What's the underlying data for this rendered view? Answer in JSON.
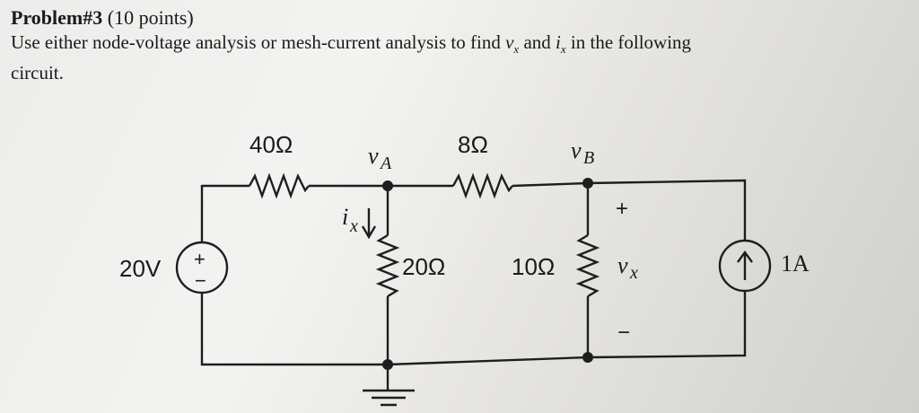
{
  "problem": {
    "heading": "Problem#3",
    "points": " (10 points)",
    "line1_a": "Use either node-voltage analysis or mesh-current analysis to find ",
    "var_v": "v",
    "var_i": "i",
    "sub_x": "x",
    "and_word": " and ",
    "line1_b": " in the following",
    "line2": "circuit."
  },
  "circuit": {
    "r1_label": "40Ω",
    "r2_label": "8Ω",
    "r3_label": "20Ω",
    "r4_label": "10Ω",
    "node_a_label": "v",
    "node_a_sub": "A",
    "node_b_label": "v",
    "node_b_sub": "B",
    "source_v_label": "20V",
    "source_v_plus": "+",
    "source_v_minus": "−",
    "source_i_label": "1A",
    "ix_label": "i",
    "ix_sub": "x",
    "vx_label": "v",
    "vx_sub": "x",
    "vx_plus": "+",
    "vx_minus": "−"
  }
}
